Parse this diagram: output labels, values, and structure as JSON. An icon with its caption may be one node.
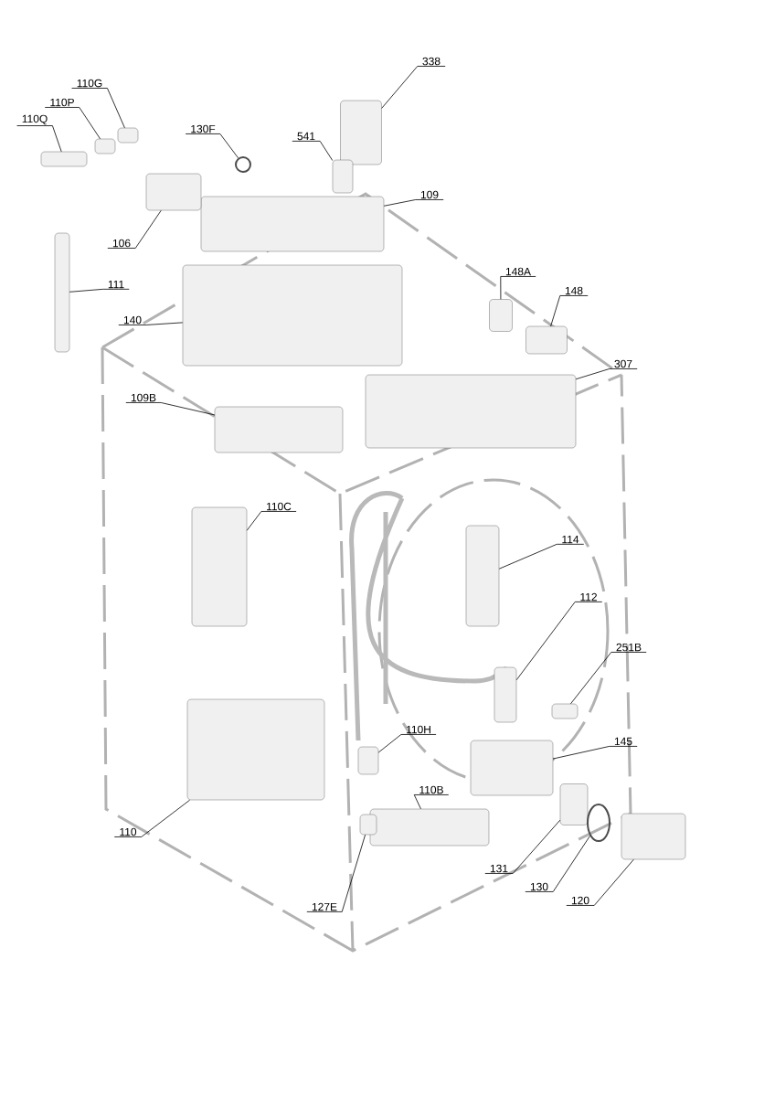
{
  "diagram": {
    "nodes": [
      {
        "text": [
          "338"
        ]
      },
      {
        "text": [
          "110G"
        ]
      },
      {
        "text": [
          "110P"
        ]
      },
      {
        "text": [
          "110Q"
        ]
      },
      {
        "text": [
          "130F"
        ]
      },
      {
        "text": [
          "541"
        ]
      },
      {
        "text": [
          "109"
        ]
      },
      {
        "text": [
          "106"
        ]
      },
      {
        "text": [
          "111"
        ]
      },
      {
        "text": [
          "140"
        ]
      },
      {
        "text": [
          "148A"
        ]
      },
      {
        "text": [
          "148"
        ]
      },
      {
        "text": [
          "307"
        ]
      },
      {
        "text": [
          "109B"
        ]
      },
      {
        "text": [
          "110C"
        ]
      },
      {
        "text": [
          "114"
        ]
      },
      {
        "text": [
          "112"
        ]
      },
      {
        "text": [
          "251B"
        ]
      },
      {
        "text": [
          "110H"
        ]
      },
      {
        "text": [
          "145"
        ]
      },
      {
        "text": [
          "110B"
        ]
      },
      {
        "text": [
          "110"
        ]
      },
      {
        "text": [
          "131"
        ]
      },
      {
        "text": [
          "130"
        ]
      },
      {
        "text": [
          "120"
        ]
      },
      {
        "text": [
          "127E"
        ]
      },
      {
        "text": [],
        "shape": "box"
      },
      {
        "text": [],
        "shape": "box"
      },
      {
        "text": [],
        "shape": "box"
      },
      {
        "text": [],
        "shape": "box"
      },
      {
        "text": [],
        "shape": "circle"
      },
      {
        "text": [],
        "shape": "box"
      },
      {
        "text": [],
        "shape": "box"
      },
      {
        "text": [],
        "shape": "box"
      },
      {
        "text": [],
        "shape": "box"
      },
      {
        "text": [],
        "shape": "box"
      },
      {
        "text": [],
        "shape": "box"
      },
      {
        "text": [],
        "shape": "box"
      },
      {
        "text": [],
        "shape": "box"
      },
      {
        "text": [],
        "shape": "box"
      },
      {
        "text": [],
        "shape": "box"
      },
      {
        "text": [],
        "shape": "box"
      },
      {
        "text": [],
        "shape": "box"
      },
      {
        "text": [],
        "shape": "box"
      },
      {
        "text": [],
        "shape": "box"
      },
      {
        "text": [],
        "shape": "box"
      },
      {
        "text": [],
        "shape": "box"
      },
      {
        "text": [],
        "shape": "box"
      },
      {
        "text": [],
        "shape": "box"
      },
      {
        "text": [],
        "shape": "circle"
      },
      {
        "text": [],
        "shape": "box"
      },
      {
        "text": [],
        "shape": "box"
      }
    ],
    "edges": [
      {
        "from": 0,
        "to": 26,
        "arrow": "none"
      },
      {
        "from": 1,
        "to": 27,
        "arrow": "none"
      },
      {
        "from": 2,
        "to": 28,
        "arrow": "none"
      },
      {
        "from": 3,
        "to": 29,
        "arrow": "none"
      },
      {
        "from": 4,
        "to": 30,
        "arrow": "none"
      },
      {
        "from": 5,
        "to": 31,
        "arrow": "none"
      },
      {
        "from": 6,
        "to": 32,
        "arrow": "none"
      },
      {
        "from": 7,
        "to": 33,
        "arrow": "none"
      },
      {
        "from": 8,
        "to": 34,
        "arrow": "none"
      },
      {
        "from": 9,
        "to": 35,
        "arrow": "none"
      },
      {
        "from": 10,
        "to": 36,
        "arrow": "none"
      },
      {
        "from": 11,
        "to": 37,
        "arrow": "none"
      },
      {
        "from": 12,
        "to": 38,
        "arrow": "none"
      },
      {
        "from": 13,
        "to": 39,
        "arrow": "none"
      },
      {
        "from": 14,
        "to": 40,
        "arrow": "none"
      },
      {
        "from": 15,
        "to": 41,
        "arrow": "none"
      },
      {
        "from": 16,
        "to": 42,
        "arrow": "none"
      },
      {
        "from": 17,
        "to": 43,
        "arrow": "none"
      },
      {
        "from": 18,
        "to": 44,
        "arrow": "none"
      },
      {
        "from": 19,
        "to": 45,
        "arrow": "none"
      },
      {
        "from": 20,
        "to": 46,
        "arrow": "none"
      },
      {
        "from": 21,
        "to": 47,
        "arrow": "none"
      },
      {
        "from": 22,
        "to": 48,
        "arrow": "none"
      },
      {
        "from": 23,
        "to": 49,
        "arrow": "none"
      },
      {
        "from": 24,
        "to": 50,
        "arrow": "none"
      },
      {
        "from": 25,
        "to": 51,
        "arrow": "none"
      }
    ]
  }
}
